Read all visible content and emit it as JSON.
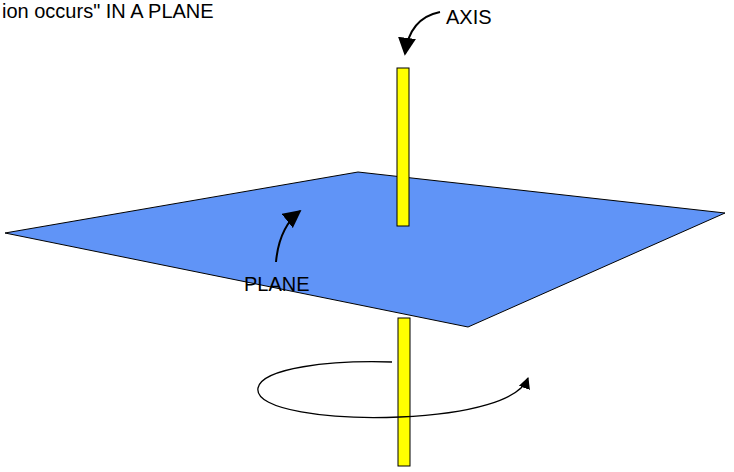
{
  "diagram": {
    "labels": [
      "ion occurs\" IN A PLANE",
      "AXIS",
      "PLANE"
    ]
  }
}
